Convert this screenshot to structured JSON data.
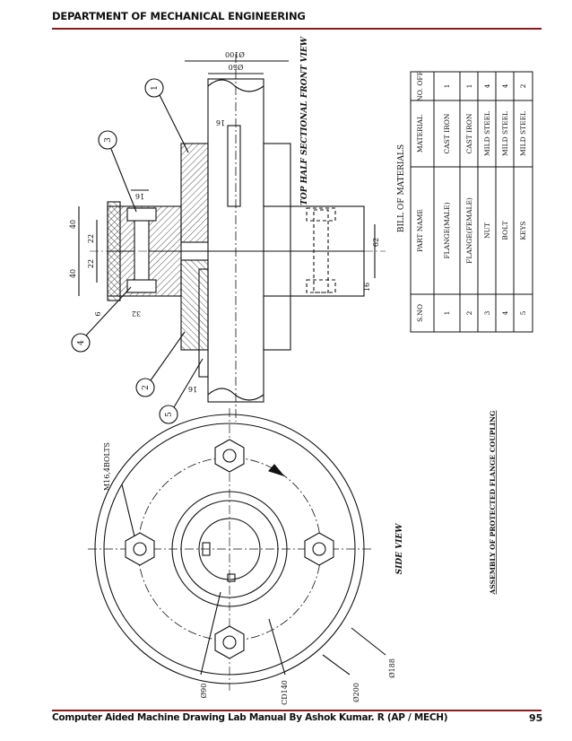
{
  "header": {
    "title": "DEPARTMENT OF MECHANICAL ENGINEERING"
  },
  "footer": {
    "text": "Computer Aided Machine Drawing Lab Manual By Ashok Kumar. R (AP / MECH)",
    "page_number": "95"
  },
  "drawing": {
    "sheet_title": "ASSEMBLY OF PROTECTED FLANGE COUPLING",
    "front_view_title": "TOP HALF SECTIONAL FRONT VIEW",
    "side_view_title": "SIDE VIEW",
    "balloons": [
      "1",
      "2",
      "3",
      "4",
      "5"
    ],
    "dimensions": {
      "d100": "Ø100",
      "d50": "Ø50",
      "len16a": "16",
      "len16b": "16",
      "len16c": "16",
      "len16d": "16",
      "len40a": "40",
      "len40b": "40",
      "len22a": "22",
      "len22b": "22",
      "len6": "6",
      "len32": "32",
      "len62": "62"
    },
    "side_view_labels": {
      "bolts": "M16,4BOLTS",
      "d90": "Ø90",
      "cd140": "CD140",
      "d200": "Ø200",
      "d188": "Ø188"
    }
  },
  "bill_of_materials": {
    "title": "BILL OF MATERIALS",
    "columns": [
      "S.NO",
      "PART NAME",
      "MATERIAL",
      "NO. OFF"
    ],
    "rows": [
      [
        "1",
        "FLANGE(MALE)",
        "CAST IRON",
        "1"
      ],
      [
        "2",
        "FLANGE(FEMALE)",
        "CAST IRON",
        "1"
      ],
      [
        "3",
        "NUT",
        "MILD STEEL",
        "4"
      ],
      [
        "4",
        "BOLT",
        "MILD STEEL",
        "4"
      ],
      [
        "5",
        "KEYS",
        "MILD STEEL",
        "2"
      ]
    ]
  }
}
